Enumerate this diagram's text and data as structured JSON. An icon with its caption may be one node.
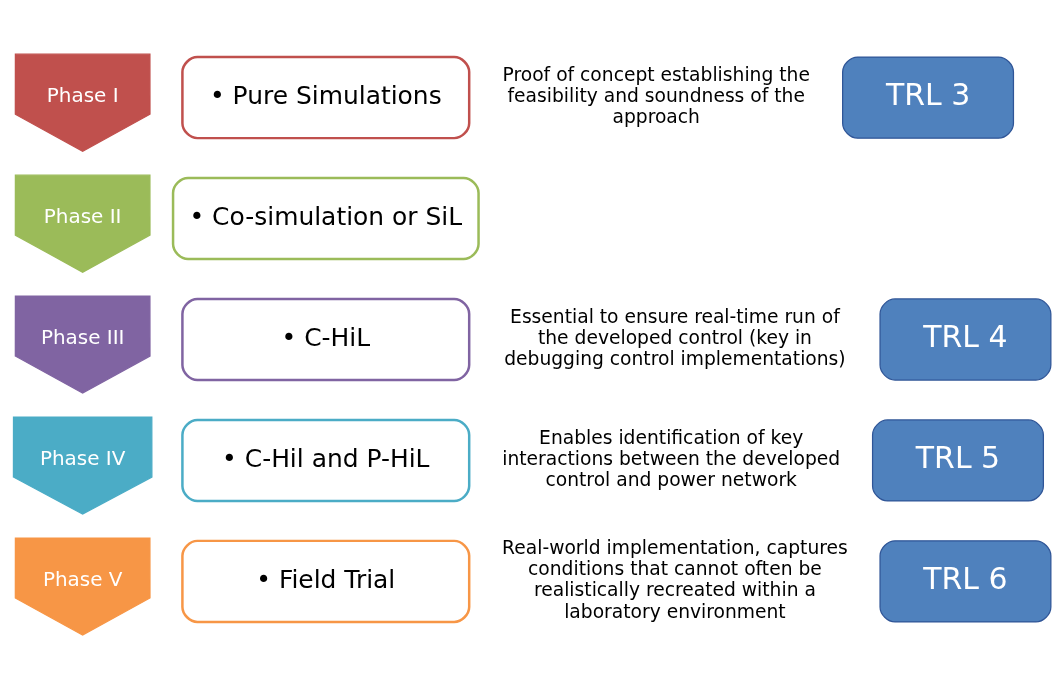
{
  "diagram": {
    "nodes": [
      {
        "text": [
          "Phase I"
        ]
      },
      {
        "text": [
          "• Pure Simulations"
        ]
      },
      {
        "text": [
          "Phase II"
        ]
      },
      {
        "text": [
          "• Co-simulation or SiL"
        ]
      },
      {
        "text": [
          "TRL 3"
        ]
      },
      {
        "text": [
          "Phase III"
        ]
      },
      {
        "text": [
          "• C-HiL"
        ]
      },
      {
        "text": [
          "TRL 4"
        ]
      },
      {
        "text": [
          "Phase IV"
        ]
      },
      {
        "text": [
          "• C-Hil and P-HiL"
        ]
      },
      {
        "text": [
          "TRL 5"
        ]
      },
      {
        "text": [
          "Phase V"
        ]
      },
      {
        "text": [
          "• Field Trial"
        ]
      },
      {
        "text": [
          "TRL 6"
        ]
      }
    ],
    "labels": [
      "Proof of concept establishing the feasibility and soundness of the approach",
      "Essential to ensure real-time run of the developed control (key in debugging control implementations)",
      "Enables identification of key interactions between the developed control and power network",
      "Real-world implementation, captures conditions that cannot often be realistically recreated within a laboratory environment"
    ]
  }
}
